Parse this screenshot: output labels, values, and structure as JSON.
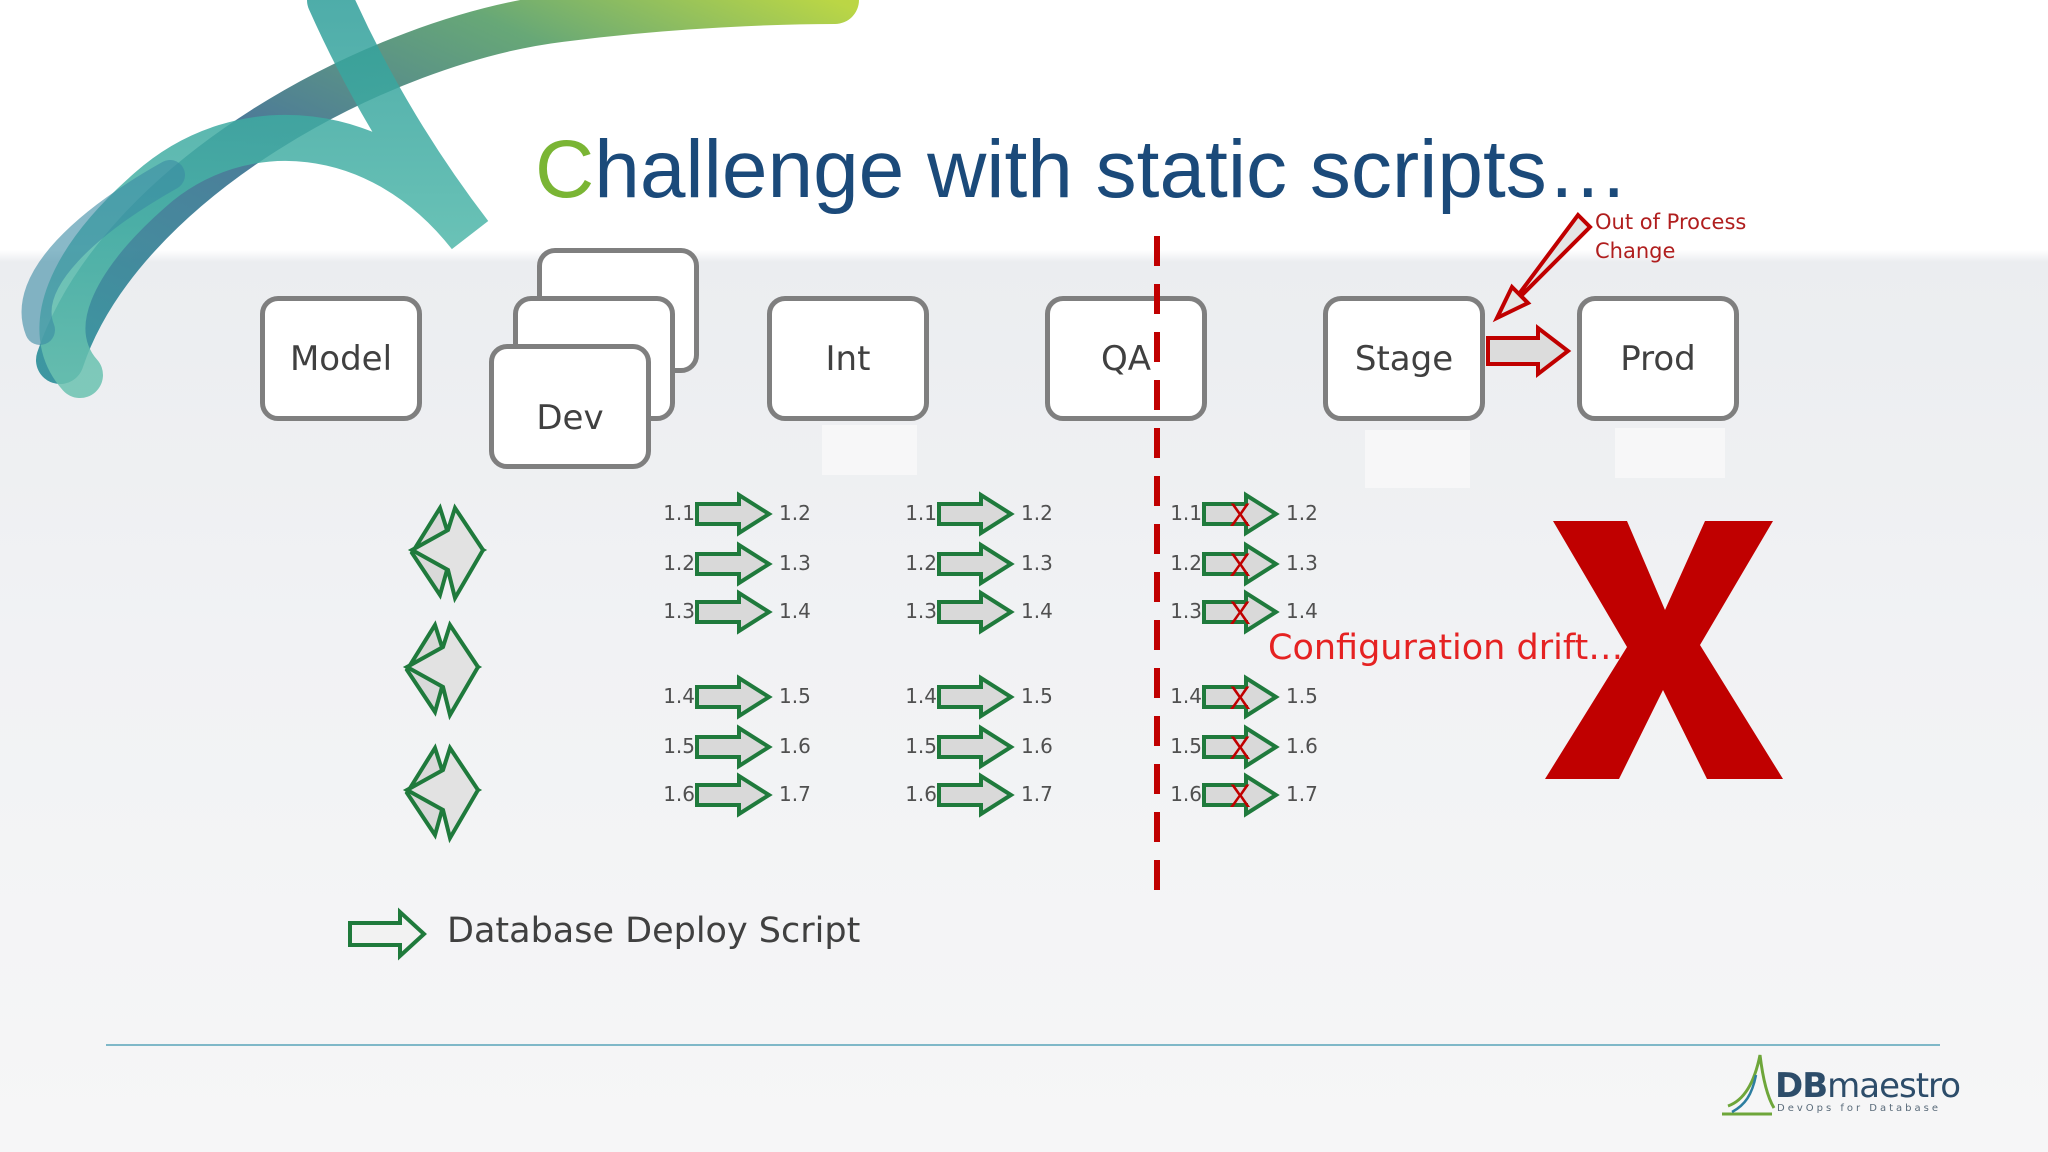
{
  "title": {
    "initial": "C",
    "rest": "hallenge with static scripts…"
  },
  "environments": [
    "Model",
    "Dev",
    "Int",
    "QA",
    "Stage",
    "Prod"
  ],
  "version_transitions": {
    "group_a": [
      [
        "1.1",
        "1.2"
      ],
      [
        "1.2",
        "1.3"
      ],
      [
        "1.3",
        "1.4"
      ]
    ],
    "group_b": [
      [
        "1.4",
        "1.5"
      ],
      [
        "1.5",
        "1.6"
      ],
      [
        "1.6",
        "1.7"
      ]
    ]
  },
  "out_of_process": {
    "line1": "Out of Process",
    "line2": "Change"
  },
  "drift_text": "Configuration drift…",
  "legend": {
    "icon": "arrow-outline-icon",
    "label": "Database Deploy Script"
  },
  "logo": {
    "bold": "DB",
    "light": "maestro",
    "tagline": "DevOps for Database"
  },
  "colors": {
    "title": "#1b4a7a",
    "title_initial": "#7ab534",
    "arrow_stroke": "#1f7a3c",
    "arrow_fill": "#d9d9d9",
    "red": "#c00000",
    "drift_text": "#e52222",
    "box_border": "#7f7f7f",
    "divider": "#7fb8c8"
  }
}
